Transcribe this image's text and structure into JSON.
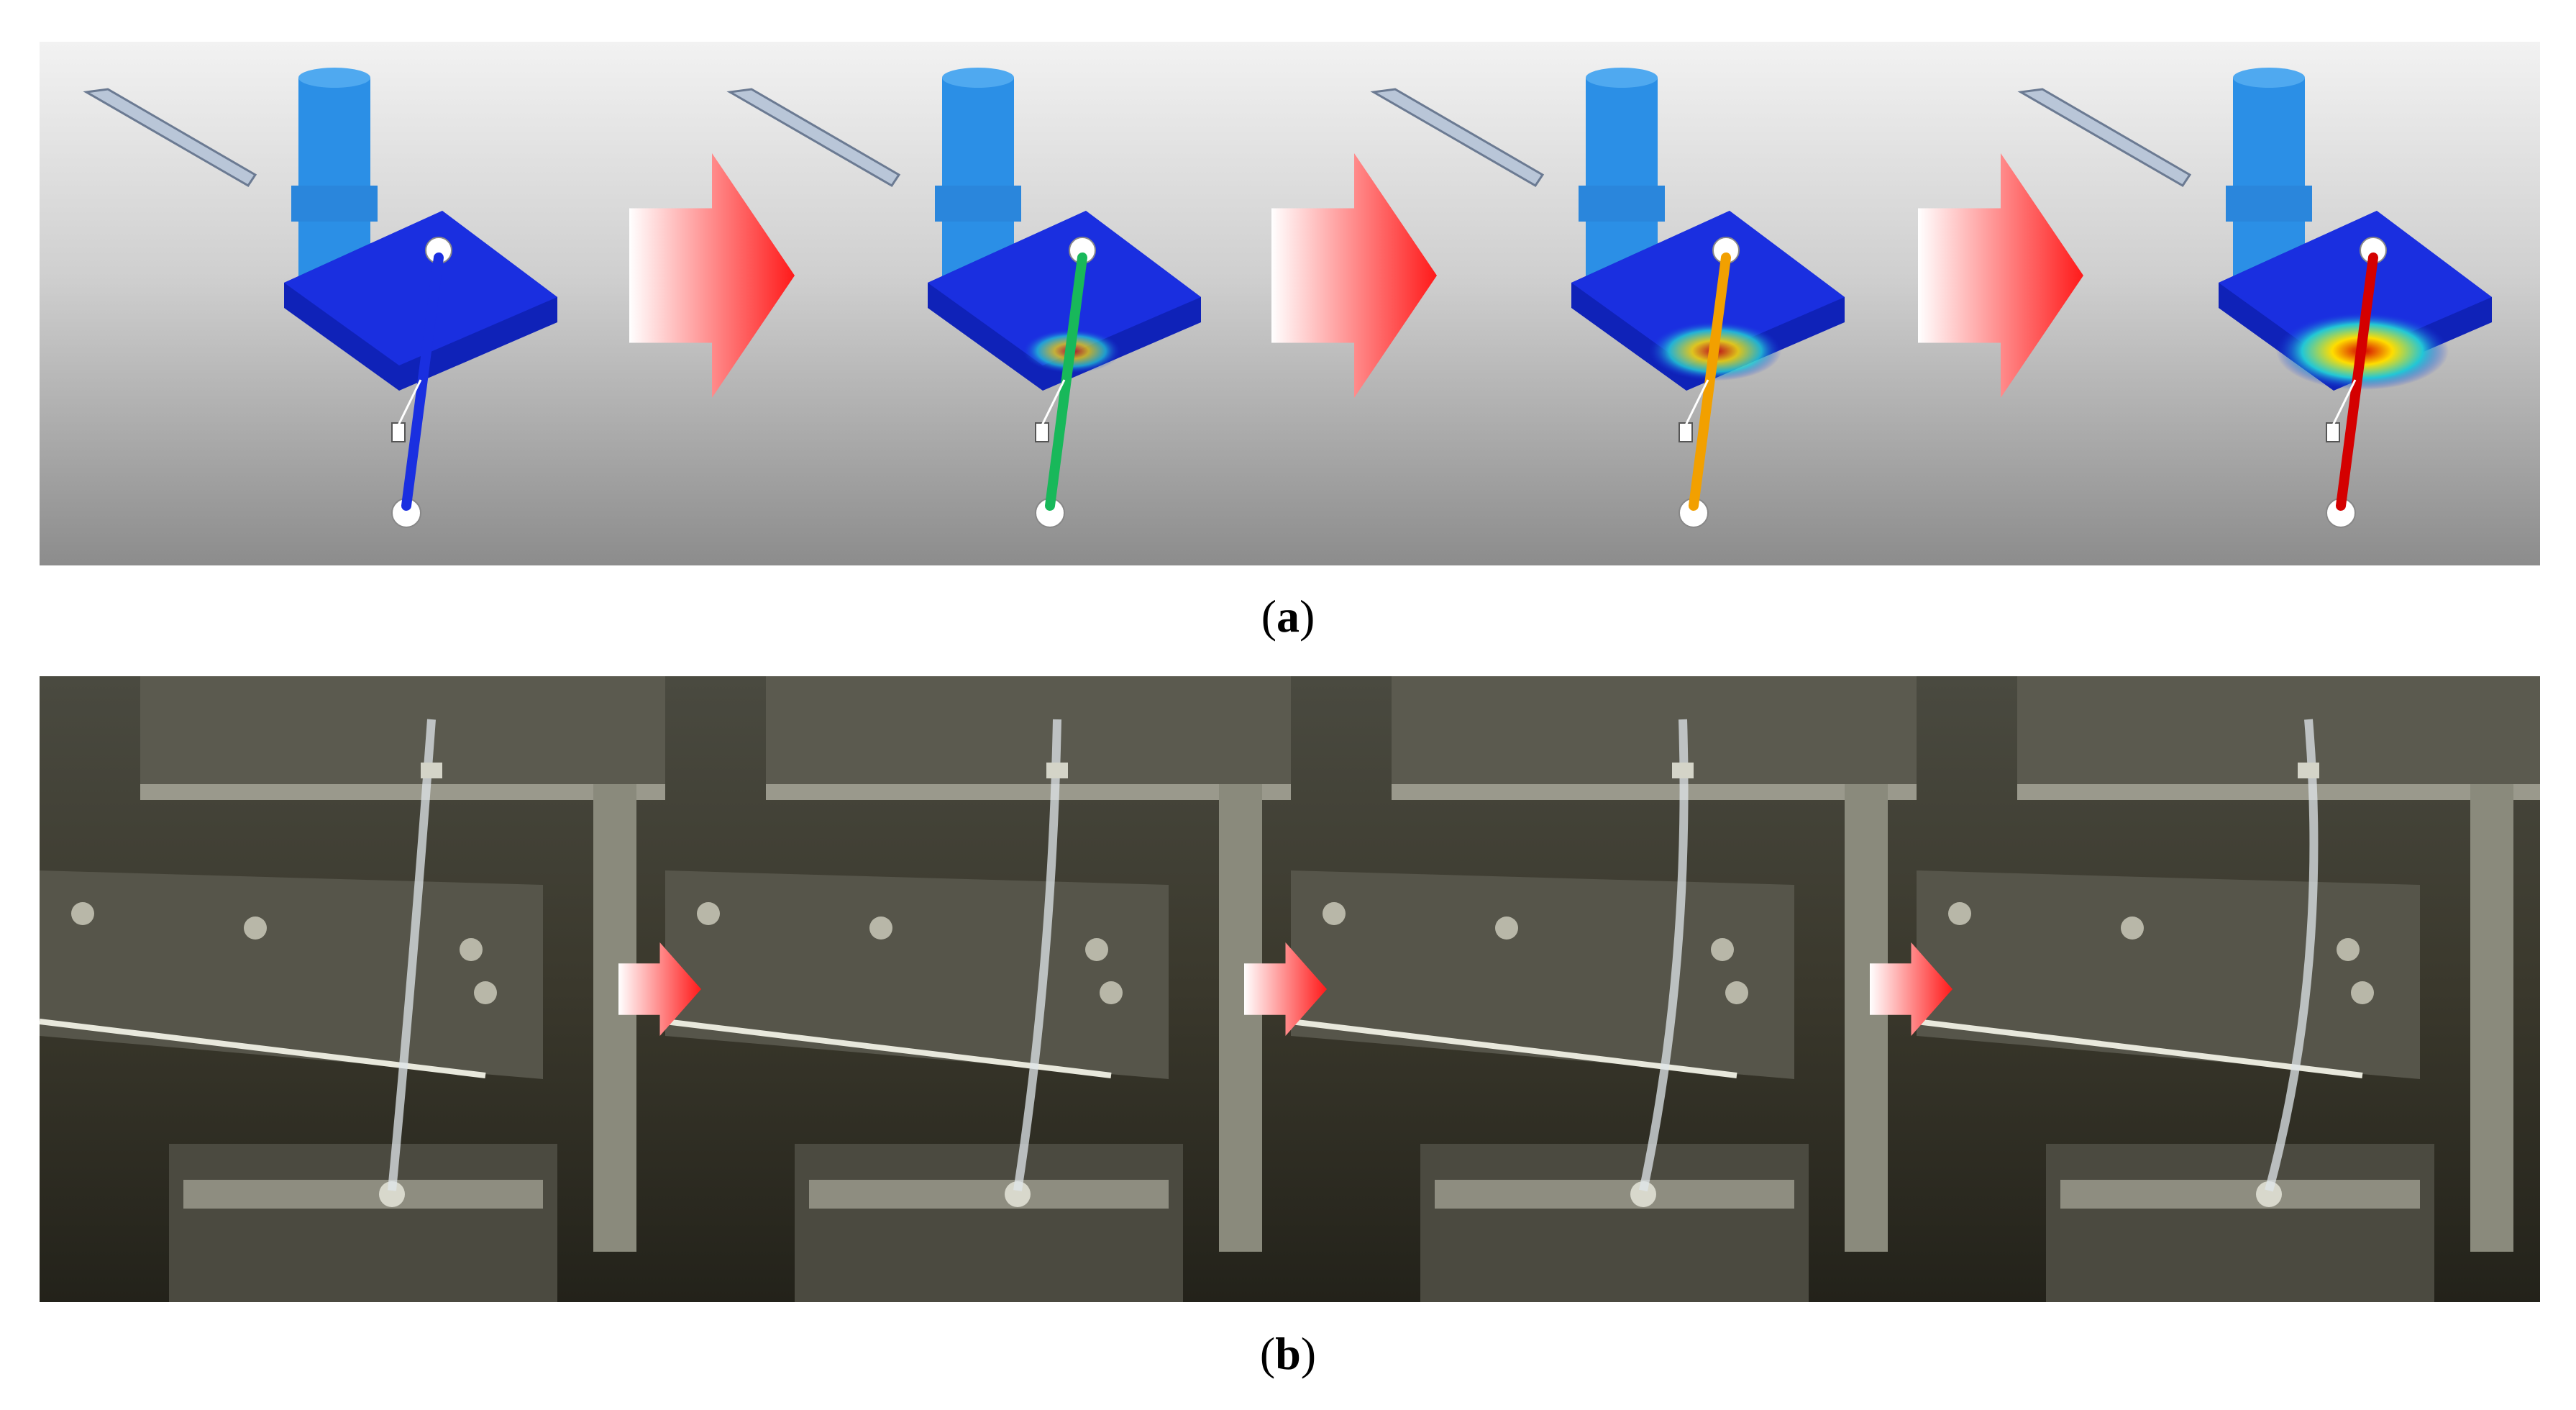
{
  "figure": {
    "panel_a": {
      "label": "a",
      "frames": [
        {
          "stage": 1,
          "stress_level": 0.0
        },
        {
          "stage": 2,
          "stress_level": 0.35
        },
        {
          "stage": 3,
          "stress_level": 0.65
        },
        {
          "stage": 4,
          "stress_level": 1.0
        }
      ]
    },
    "panel_b": {
      "label": "b",
      "frames": [
        {
          "stage": 1,
          "bend_level": 0.0
        },
        {
          "stage": 2,
          "bend_level": 0.3
        },
        {
          "stage": 3,
          "bend_level": 0.6
        },
        {
          "stage": 4,
          "bend_level": 0.9
        }
      ]
    },
    "colors": {
      "arrow_red": "#ff1a1a",
      "plate_blue": "#1a2fe0",
      "cylinder_blue": "#2b8fe6",
      "stress_red": "#d40000"
    },
    "icons": [
      "right-arrow-icon"
    ]
  }
}
